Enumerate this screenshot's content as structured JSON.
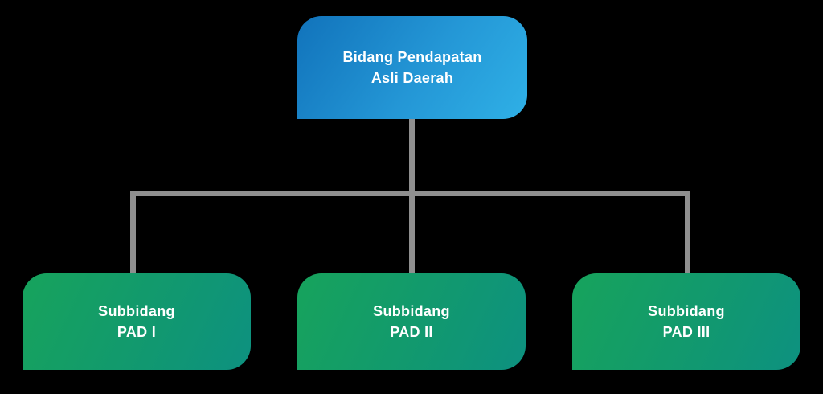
{
  "diagram": {
    "type": "org-chart",
    "background_color": "#000000",
    "connector_color": "#8f8f8f",
    "root": {
      "line1": "Bidang Pendapatan",
      "line2": "Asli Daerah",
      "gradient_start": "#1173bb",
      "gradient_end": "#2fb0e6",
      "text_color": "#ffffff"
    },
    "children": [
      {
        "line1": "Subbidang",
        "line2": "PAD I",
        "gradient_start": "#17a35c",
        "gradient_end": "#0d9180",
        "text_color": "#ffffff"
      },
      {
        "line1": "Subbidang",
        "line2": "PAD II",
        "gradient_start": "#17a35c",
        "gradient_end": "#0d9180",
        "text_color": "#ffffff"
      },
      {
        "line1": "Subbidang",
        "line2": "PAD III",
        "gradient_start": "#17a35c",
        "gradient_end": "#0d9180",
        "text_color": "#ffffff"
      }
    ]
  }
}
